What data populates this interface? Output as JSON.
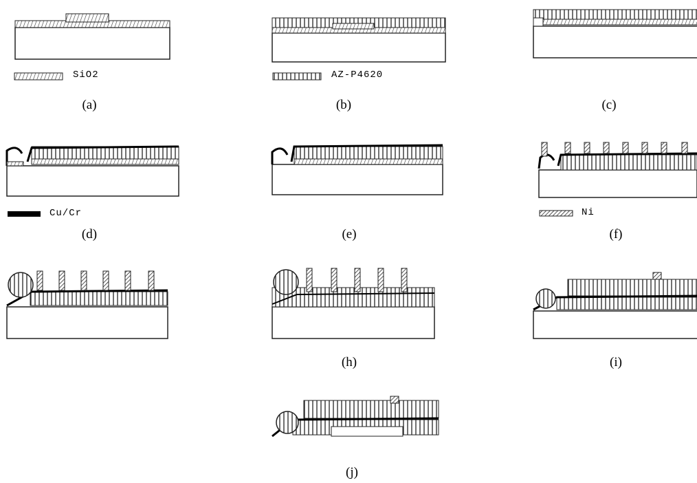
{
  "captions": {
    "a": "(a)",
    "b": "(b)",
    "c": "(c)",
    "d": "(d)",
    "e": "(e)",
    "f": "(f)",
    "h": "(h)",
    "i": "(i)",
    "j": "(j)"
  },
  "legends": {
    "sio2": "SiO2",
    "photoresist": "AZ-P4620",
    "cu_cr": "Cu/Cr",
    "ni": "Ni"
  },
  "materials": {
    "sio2": "hatched",
    "photoresist": "vertical-lines",
    "cu_cr": "solid-black",
    "ni": "dense-hatch",
    "substrate": "plain"
  }
}
